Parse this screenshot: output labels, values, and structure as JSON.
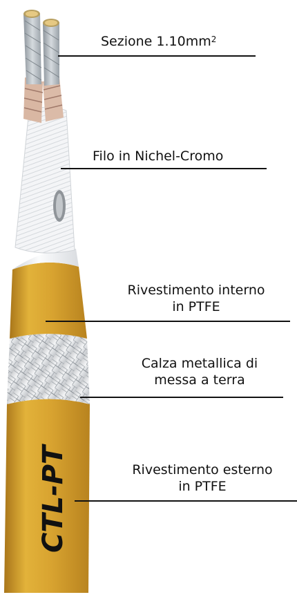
{
  "product_name": "CTL-PT",
  "colors": {
    "outer_jacket": "#d9a62a",
    "inner_jacket": "#d8a42d",
    "braid": "#dadde0",
    "insulation": "#f1f2f4",
    "copper_wrap": "#d9b8a5",
    "conductor": "#b8bec4"
  },
  "callouts": [
    {
      "id": "section",
      "line1": "Sezione 1.10mm",
      "superscript": "2"
    },
    {
      "id": "nichrome",
      "line1": "Filo in Nichel-Cromo"
    },
    {
      "id": "inner-jacket",
      "line1": "Rivestimento interno",
      "line2": "in PTFE"
    },
    {
      "id": "braid",
      "line1": "Calza metallica di",
      "line2": "messa a terra"
    },
    {
      "id": "outer-jacket",
      "line1": "Rivestimento esterno",
      "line2": "in PTFE"
    }
  ]
}
